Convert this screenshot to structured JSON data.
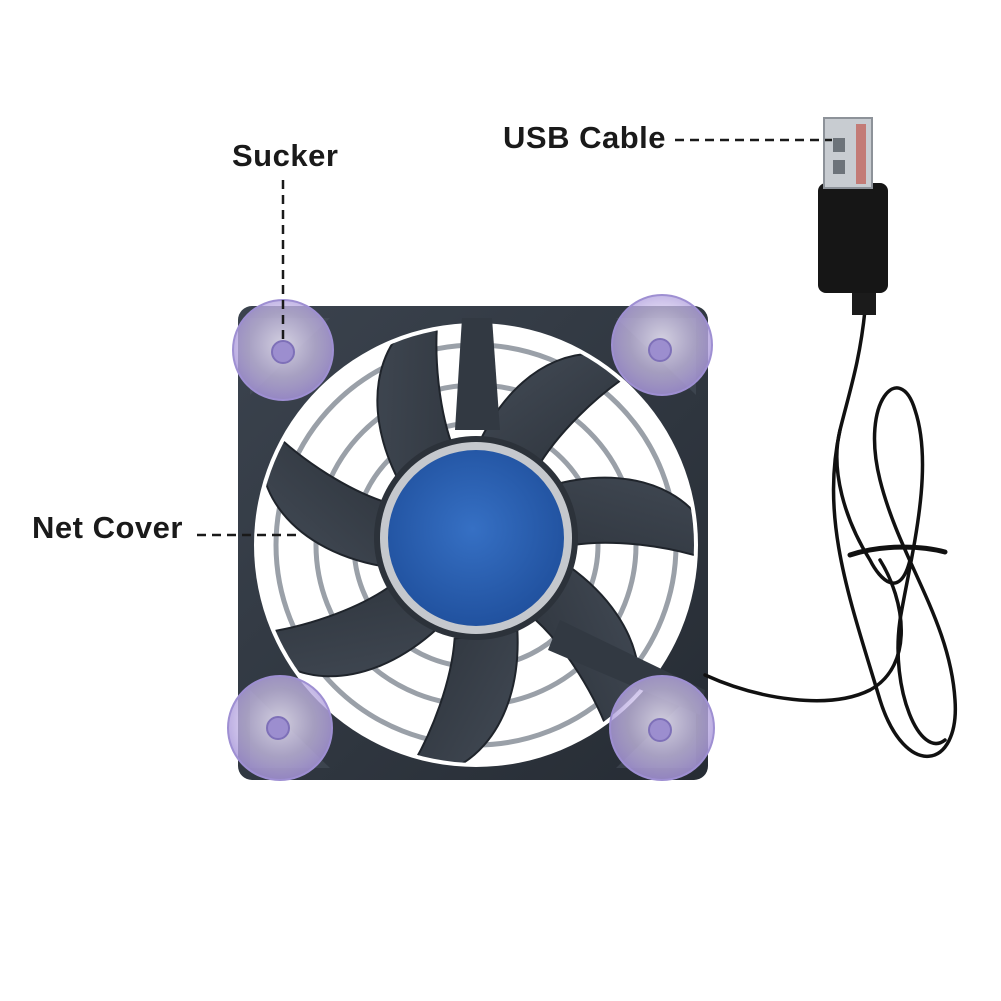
{
  "labels": {
    "sucker": "Sucker",
    "usb_cable": "USB Cable",
    "net_cover": "Net Cover"
  },
  "colors": {
    "frame": "#2f3640",
    "blade": "#353c46",
    "hub": "#2a5fb0",
    "hub_ring": "#b9bcc2",
    "sucker": "#c9bce8",
    "cable": "#111111"
  }
}
